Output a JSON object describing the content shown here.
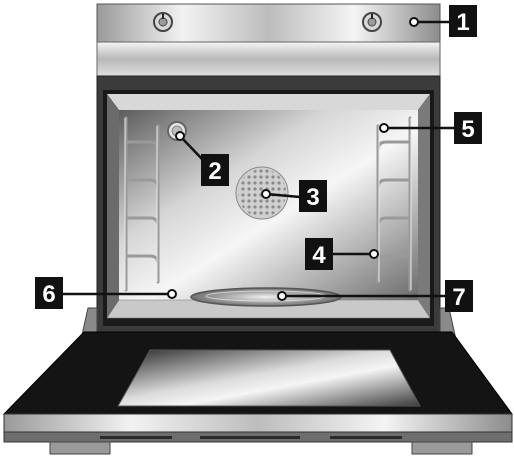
{
  "callouts": [
    {
      "number": "1",
      "part": "control-panel"
    },
    {
      "number": "2",
      "part": "oven-lamp"
    },
    {
      "number": "3",
      "part": "fan-cover"
    },
    {
      "number": "4",
      "part": "side-rack"
    },
    {
      "number": "5",
      "part": "side-rack-top"
    },
    {
      "number": "6",
      "part": "oven-cavity-floor"
    },
    {
      "number": "7",
      "part": "bottom-heating-element"
    }
  ],
  "colors": {
    "label_box": "#111111",
    "label_text": "#ffffff",
    "steel_light": "#e8e8e8",
    "steel_dark": "#7a7a7a",
    "door_glass": "#1a1a1a"
  },
  "icons": [
    "knob-icon",
    "lamp-icon",
    "fan-grille-icon"
  ]
}
